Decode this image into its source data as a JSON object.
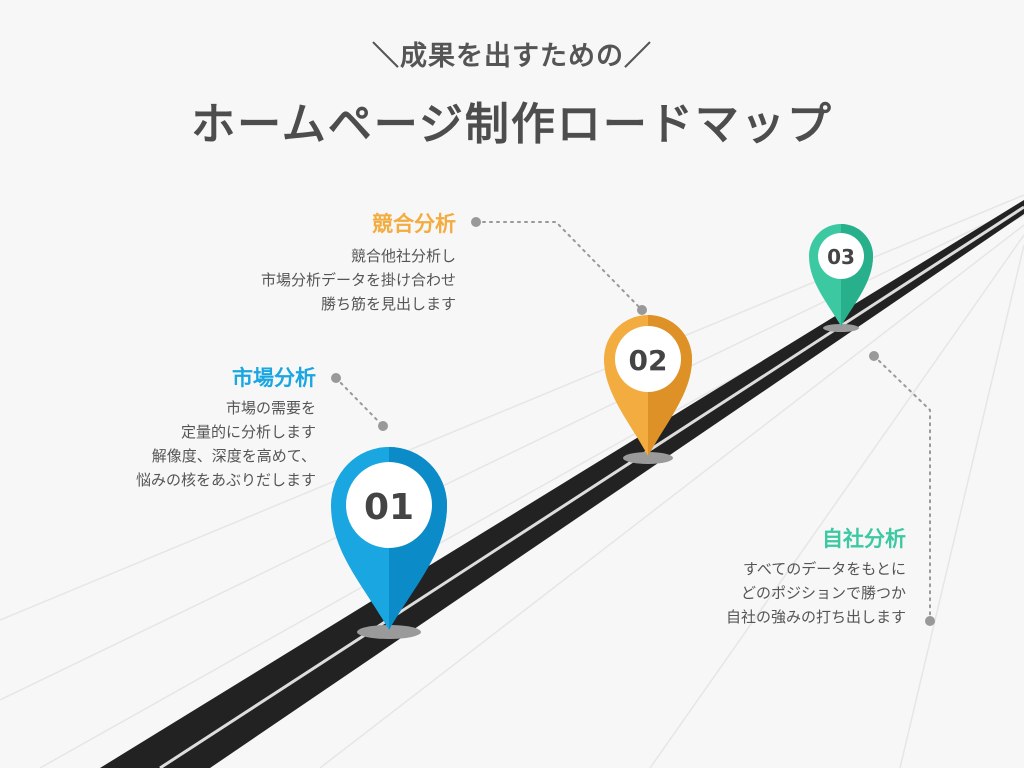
{
  "header": {
    "subtitle": "＼成果を出すための／",
    "title": "ホームページ制作ロードマップ"
  },
  "colors": {
    "background": "#f7f7f7",
    "road": "#222222",
    "road_line": "#dddddd",
    "step1": "#1aa6e0",
    "step2": "#f2ac3f",
    "step3": "#3cc9a2",
    "dot": "#999999"
  },
  "steps": [
    {
      "number": "01",
      "heading": "市場分析",
      "lines": [
        "市場の需要を",
        "定量的に分析します",
        "解像度、深度を高めて、",
        "悩みの核をあぶりだします"
      ]
    },
    {
      "number": "02",
      "heading": "競合分析",
      "lines": [
        "競合他社分析し",
        "市場分析データを掛け合わせ",
        "勝ち筋を見出します"
      ]
    },
    {
      "number": "03",
      "heading": "自社分析",
      "lines": [
        "すべてのデータをもとに",
        "どのポジションで勝つか",
        "自社の強みの打ち出します"
      ]
    }
  ]
}
